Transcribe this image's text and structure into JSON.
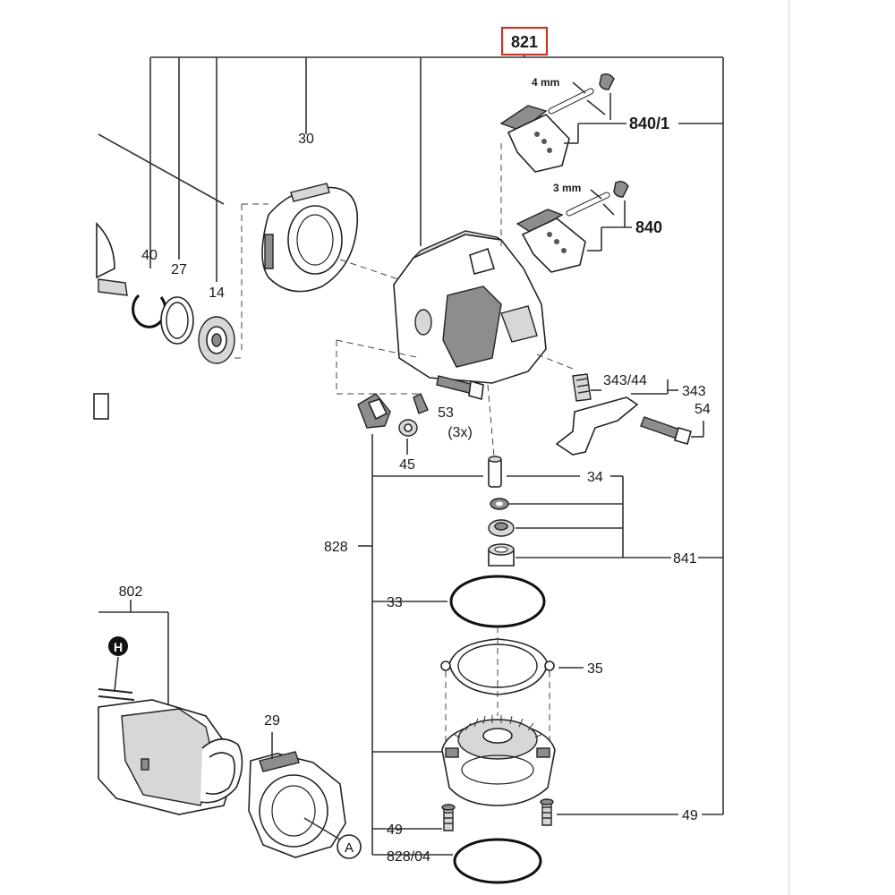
{
  "diagram": {
    "group_label": "821",
    "group_label_border_color": "#c0392b",
    "callouts": {
      "l_821": "821",
      "l_8401": "840/1",
      "l_840": "840",
      "l_30": "30",
      "l_40": "40",
      "l_27": "27",
      "l_14": "14",
      "l_53": "53",
      "l_3x": "(3x)",
      "l_45": "45",
      "l_34344": "343/44",
      "l_343": "343",
      "l_54": "54",
      "l_34": "34",
      "l_828": "828",
      "l_841": "841",
      "l_33": "33",
      "l_35": "35",
      "l_802": "802",
      "l_29": "29",
      "l_49a": "49",
      "l_49b": "49",
      "l_82804": "828/04",
      "l_4mm": "4 mm",
      "l_3mm": "3 mm",
      "l_A": "A",
      "l_H": "H"
    },
    "icons": [
      "reference-marker-H",
      "reference-marker-A"
    ]
  }
}
